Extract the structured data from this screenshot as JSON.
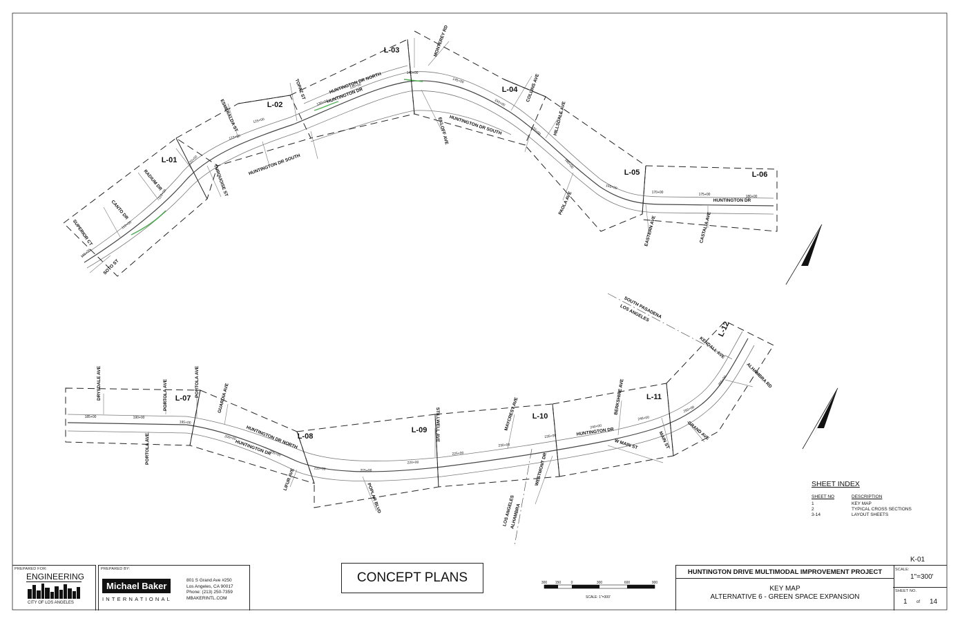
{
  "plan": {
    "north_segment": {
      "sheets": [
        "L-01",
        "L-02",
        "L-03",
        "L-04",
        "L-05",
        "L-06"
      ],
      "streets": [
        "HUNTINGTON DR NORTH",
        "HUNTINGTON DR",
        "HUNTINGTON DR SOUTH",
        "HUNTINGTON DR SOUTH",
        "HUNTINGTON DR",
        "MONTEREY RD",
        "TOPAZ ST",
        "ESMERALDA ST",
        "RADIUM DR",
        "CANTO DR",
        "SUPERIOR CT",
        "SOTO ST",
        "TURQUOISE ST",
        "EKLOFF AVE",
        "COLLINS AVE",
        "HILLSDALE AVE",
        "PAOLA AVE",
        "EASTERN AVE",
        "CASTALIA AVE"
      ],
      "stations": [
        "105+00",
        "110+00",
        "115+00",
        "120+00",
        "122+00",
        "125+00",
        "130+00",
        "135+00",
        "140+00",
        "145+00",
        "150+00",
        "155+00",
        "160+00",
        "165+00",
        "170+00",
        "175+00",
        "180+00"
      ]
    },
    "south_segment": {
      "sheets": [
        "L-07",
        "L-08",
        "L-09",
        "L-10",
        "L-11",
        "L-12"
      ],
      "streets": [
        "DRYSDALE AVE",
        "PORTOLA AVE",
        "PORTOLA AVE",
        "GUARDIA AVE",
        "PORTOLA AVE",
        "HUNTINGTON DR NORTH",
        "HUNTINGTON DR",
        "LIFUR AVE",
        "POPLAR BLVD",
        "STILLWELL AVE",
        "MAYCREST AVE",
        "WESTMONT DR",
        "W MAIN ST",
        "BERKSHIRE AVE",
        "HUNTINGTON DR",
        "MAIN ST",
        "GRAND AVE",
        "KENDALL AVE",
        "ALHAMBRA RD"
      ],
      "stations": [
        "185+00",
        "190+00",
        "195+00",
        "200+00",
        "205+00",
        "210+00",
        "215+00",
        "220+00",
        "225+00",
        "230+00",
        "235+00",
        "240+00",
        "245+00",
        "250+00",
        "255+00"
      ],
      "city_lines": {
        "upper": [
          "SOUTH PASADENA",
          "LOS ANGELES"
        ],
        "lower": [
          "LOS ANGELES",
          "ALHAMBRA"
        ]
      }
    }
  },
  "sheet_index": {
    "title": "SHEET INDEX",
    "col_headers": [
      "SHEET NO",
      "DESCRIPTION"
    ],
    "rows": [
      {
        "no": "1",
        "desc": "KEY MAP"
      },
      {
        "no": "2",
        "desc": "TYPICAL CROSS SECTIONS"
      },
      {
        "no": "3-14",
        "desc": "LAYOUT SHEETS"
      }
    ]
  },
  "title_block": {
    "sheet_code": "K-01",
    "prepared_for_label": "PREPARED FOR:",
    "engineering": "ENGINEERING",
    "city": "CITY OF LOS ANGELES",
    "prepared_by_label": "PREPARED BY:",
    "firm_name": "Michael Baker",
    "firm_sub": "INTERNATIONAL",
    "address_lines": [
      "801 S Grand Ave #250",
      "Los Angeles, CA 90017",
      "Phone: (213) 250-7359",
      "MBAKERINTL.COM"
    ],
    "concept": "CONCEPT PLANS",
    "project": "HUNTINGTON DRIVE MULTIMODAL IMPROVEMENT PROJECT",
    "sheet_title_1": "KEY MAP",
    "sheet_title_2": "ALTERNATIVE 6 - GREEN SPACE EXPANSION",
    "scale_label": "SCALE:",
    "scale": "1\"=300'",
    "sheet_no_label": "SHEET NO.",
    "sheet_no": "1",
    "of": "of",
    "total": "14",
    "scalebar_ticks": [
      "300",
      "150",
      "0",
      "300",
      "600",
      "900"
    ],
    "scalebar_caption": "SCALE: 1\"=300'"
  }
}
